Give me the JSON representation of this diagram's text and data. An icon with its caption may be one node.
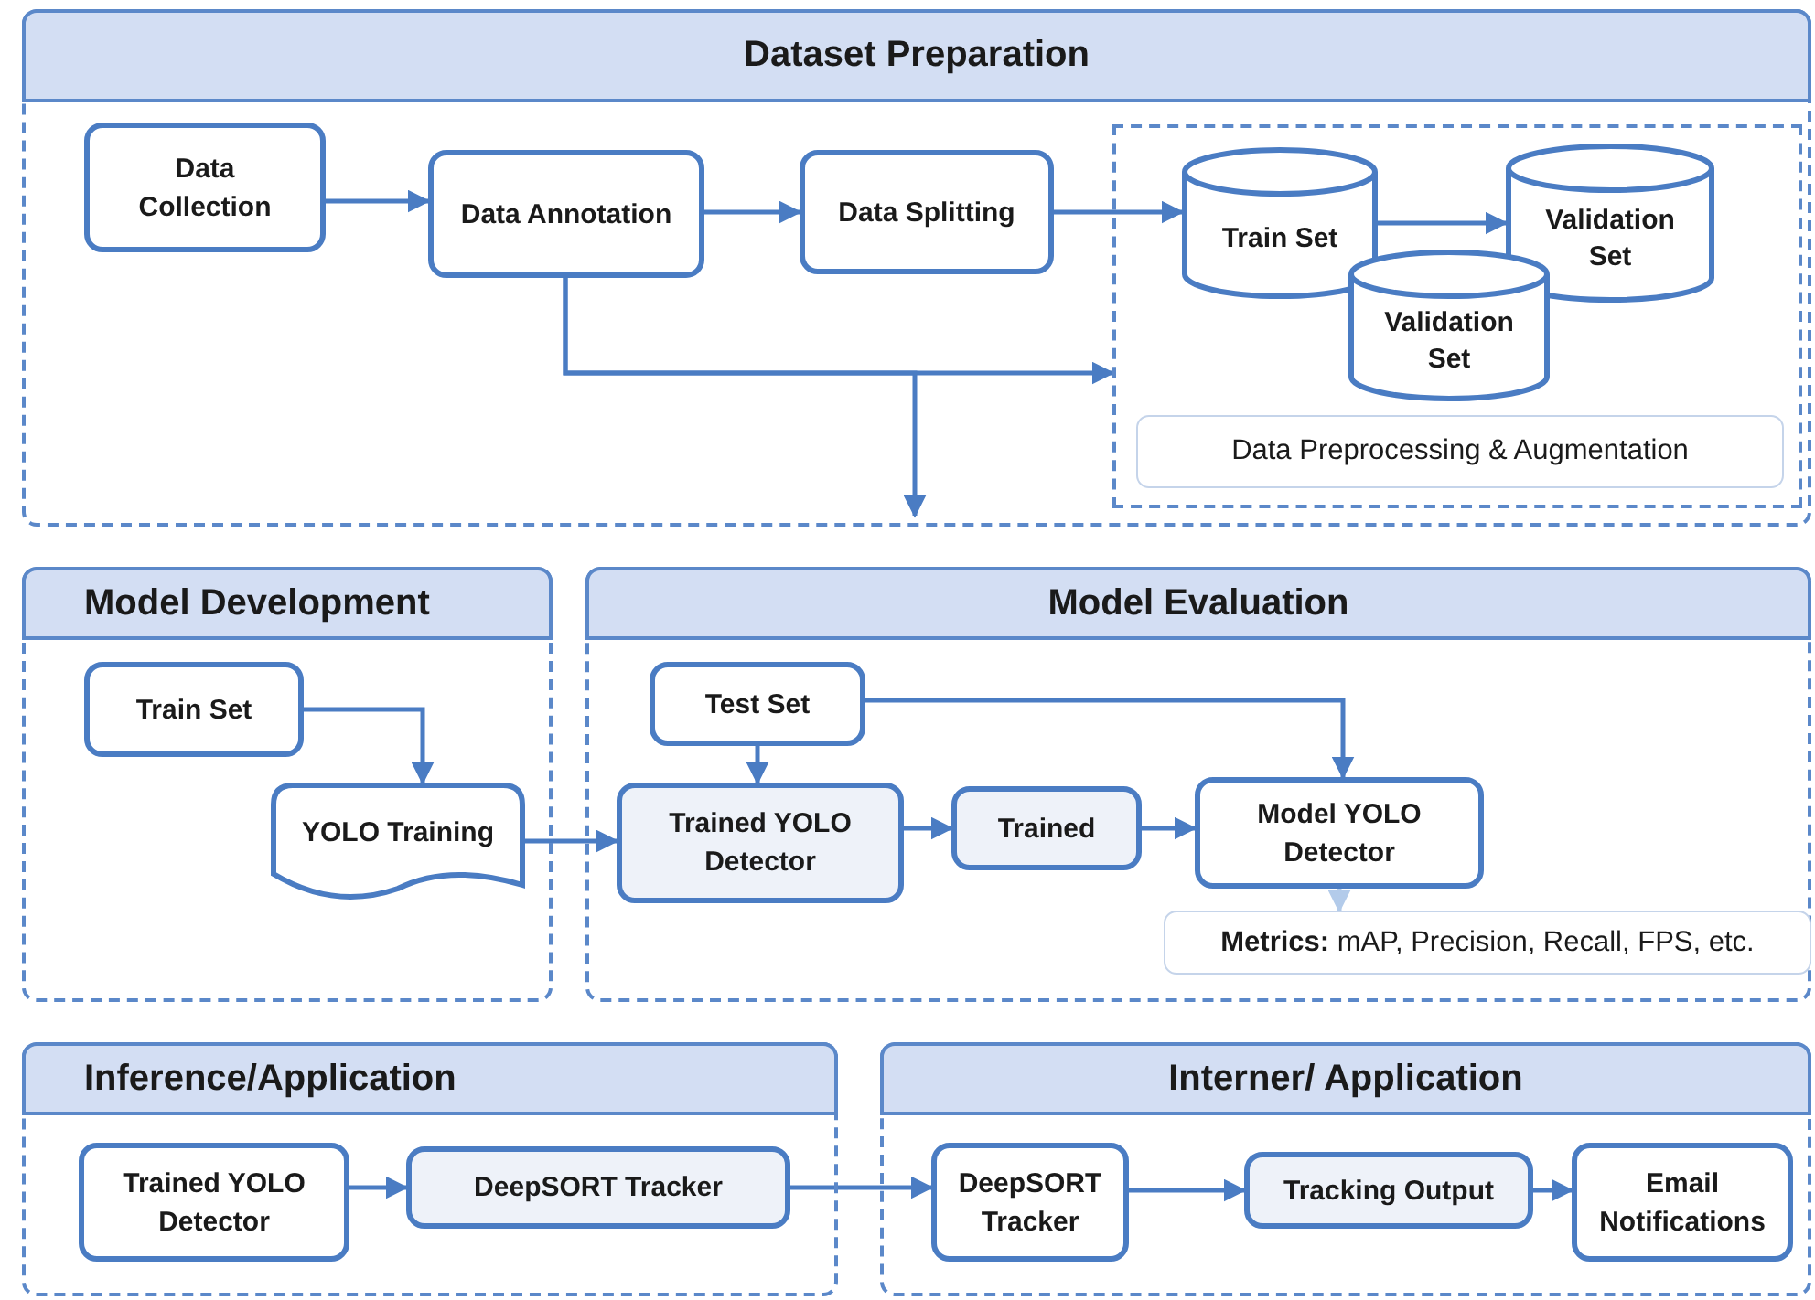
{
  "diagram": {
    "nodes": [
      {
        "text": [
          "Dataset Preparation"
        ]
      },
      {
        "text": [
          "Data Collection"
        ],
        "in": 0
      },
      {
        "text": [
          "Data Annotation"
        ],
        "in": 0
      },
      {
        "text": [
          "Data Splitting"
        ],
        "in": 0
      },
      {
        "text": [],
        "shape": "box",
        "in": 0
      },
      {
        "text": [
          "Train Set"
        ],
        "in": 4
      },
      {
        "text": [
          "Validation Set"
        ],
        "in": 4
      },
      {
        "text": [
          "Validation Set"
        ],
        "in": 4
      },
      {
        "text": [
          "Data Preprocessing & Augmentation"
        ],
        "in": 4
      },
      {
        "text": [
          "Model Development"
        ]
      },
      {
        "text": [
          "Train Set"
        ],
        "in": 9
      },
      {
        "text": [
          "YOLO Training"
        ],
        "in": 9
      },
      {
        "text": [
          "Model Evaluation"
        ]
      },
      {
        "text": [
          "Test Set"
        ],
        "in": 12
      },
      {
        "text": [
          "Trained YOLO Detector"
        ],
        "in": 12
      },
      {
        "text": [
          "Trained"
        ],
        "in": 12
      },
      {
        "text": [
          "Model YOLO Detector"
        ],
        "in": 12
      },
      {
        "text": [
          "**Metrics:** mAP, Precision, Recall, FPS, etc."
        ],
        "in": 12
      },
      {
        "text": [
          "Inference/Application"
        ]
      },
      {
        "text": [
          "Trained YOLO Detector"
        ],
        "in": 18
      },
      {
        "text": [
          "DeepSORT Tracker"
        ],
        "in": 18
      },
      {
        "text": [
          "Interner/ Application"
        ]
      },
      {
        "text": [
          "DeepSORT Tracker"
        ],
        "in": 21
      },
      {
        "text": [
          "Tracking Output"
        ],
        "in": 21
      },
      {
        "text": [
          "Email Notifications"
        ],
        "in": 21
      }
    ],
    "edges": [
      {
        "from": 1,
        "to": 2,
        "arrow": "to"
      },
      {
        "from": 2,
        "to": 3,
        "arrow": "to"
      },
      {
        "from": 3,
        "to": 5,
        "arrow": "to"
      },
      {
        "from": 5,
        "to": 6,
        "arrow": "to"
      },
      {
        "from": 2,
        "to": 4,
        "arrow": "to"
      },
      {
        "from": 2,
        "to": null,
        "arrow": "to"
      },
      {
        "from": 10,
        "to": 11,
        "arrow": "to"
      },
      {
        "from": 11,
        "to": 14,
        "arrow": "to"
      },
      {
        "from": 13,
        "to": 14,
        "arrow": "to"
      },
      {
        "from": 13,
        "to": 16,
        "arrow": "to"
      },
      {
        "from": 14,
        "to": 15,
        "arrow": "to"
      },
      {
        "from": 15,
        "to": 16,
        "arrow": "to"
      },
      {
        "from": 16,
        "to": 17,
        "arrow": "to",
        "color": "#b3cbea"
      },
      {
        "from": 19,
        "to": 20,
        "arrow": "to"
      },
      {
        "from": 20,
        "to": 22,
        "arrow": "to"
      },
      {
        "from": 22,
        "to": 23,
        "arrow": "to"
      },
      {
        "from": 23,
        "to": 24,
        "arrow": "to"
      }
    ]
  }
}
